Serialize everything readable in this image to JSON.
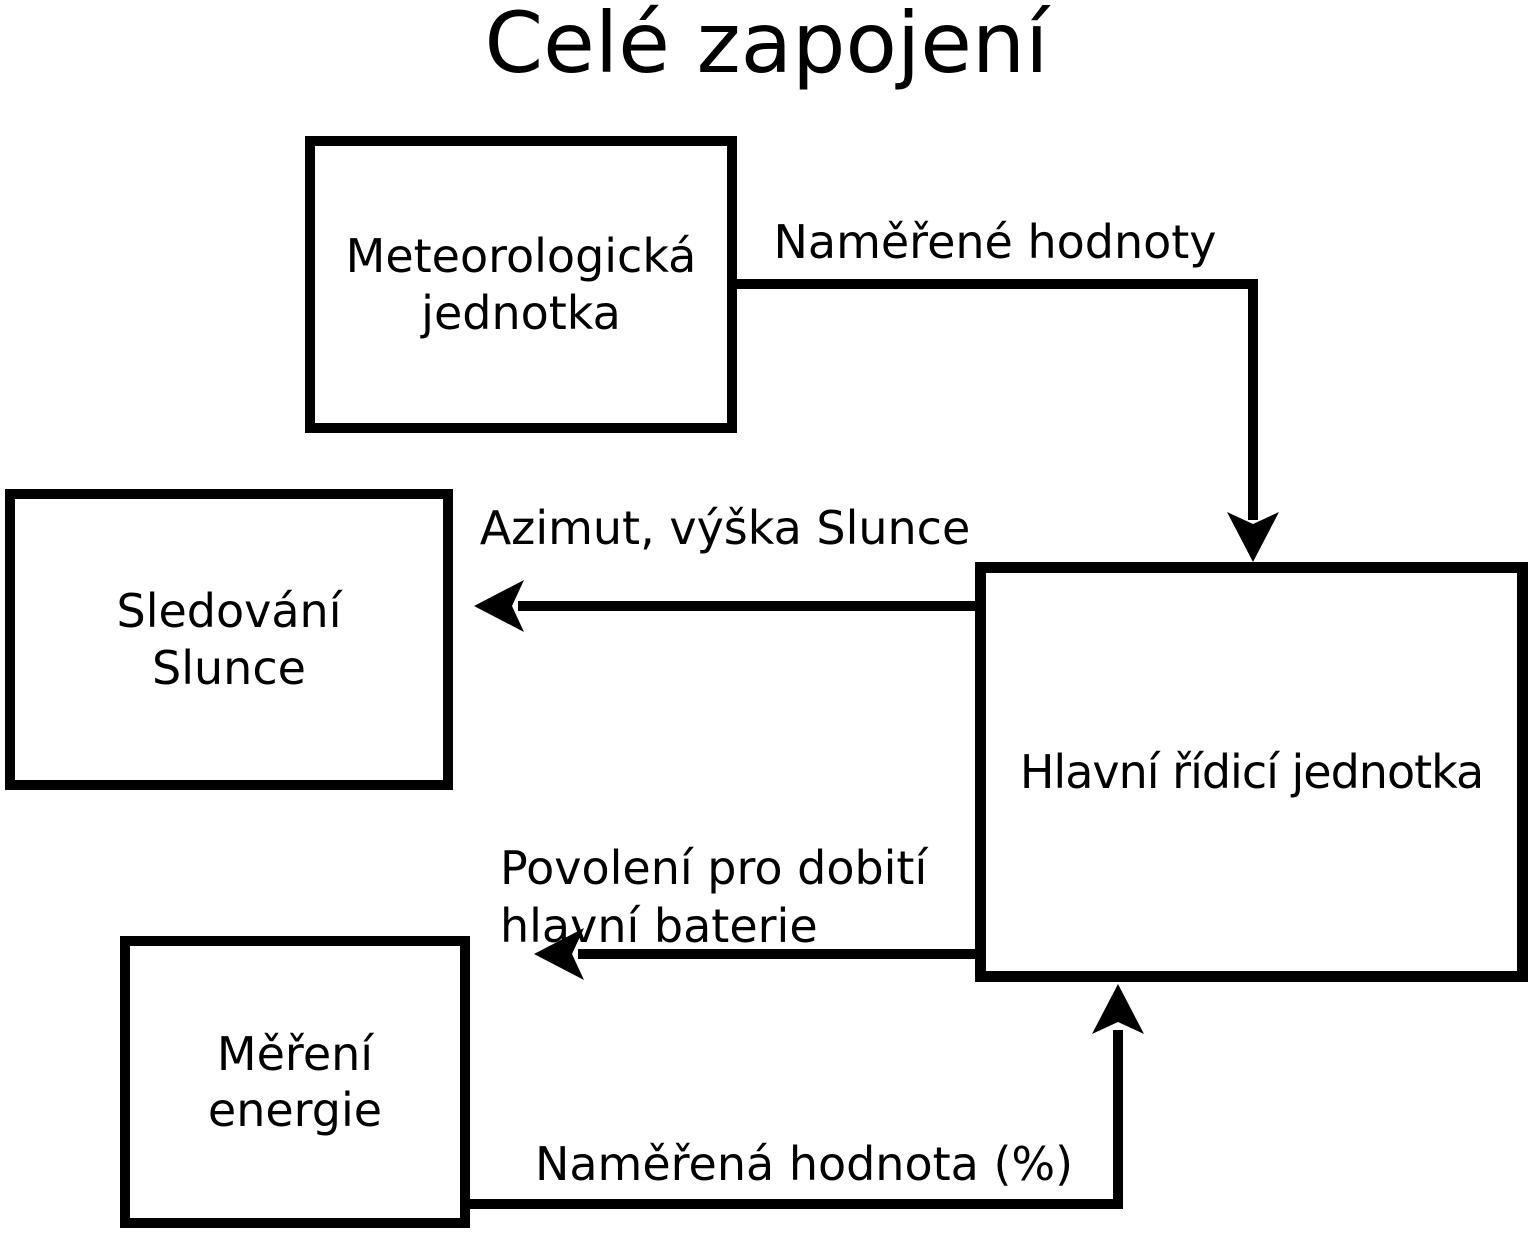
{
  "page": {
    "background_color": "#ffffff",
    "line_color": "#000000",
    "text_color": "#000000"
  },
  "title": "Celé zapojení",
  "nodes": {
    "meteo": {
      "label": "Meteorologická\njednotka"
    },
    "sledovani": {
      "label": "Sledování\nSlunce"
    },
    "mereni": {
      "label": "Měření\nenergie"
    },
    "hlavni": {
      "label": "Hlavní řídicí jednotka"
    }
  },
  "edges": {
    "namerene_hodnoty": {
      "label": "Naměřené hodnoty",
      "from": "Meteorologická jednotka",
      "to": "Hlavní řídicí jednotka",
      "direction": "right-then-down"
    },
    "azimut_vyska": {
      "label": "Azimut, výška Slunce",
      "from": "Hlavní řídicí jednotka",
      "to": "Sledování Slunce",
      "direction": "left"
    },
    "povoleni_dobiti": {
      "label": "Povolení pro dobití\nhlavní baterie",
      "from": "Hlavní řídicí jednotka",
      "to": "Měření energie",
      "direction": "left"
    },
    "namerena_hodnota": {
      "label": "Naměřená hodnota (%)",
      "from": "Měření energie",
      "to": "Hlavní řídicí jednotka",
      "direction": "right-then-up"
    }
  }
}
